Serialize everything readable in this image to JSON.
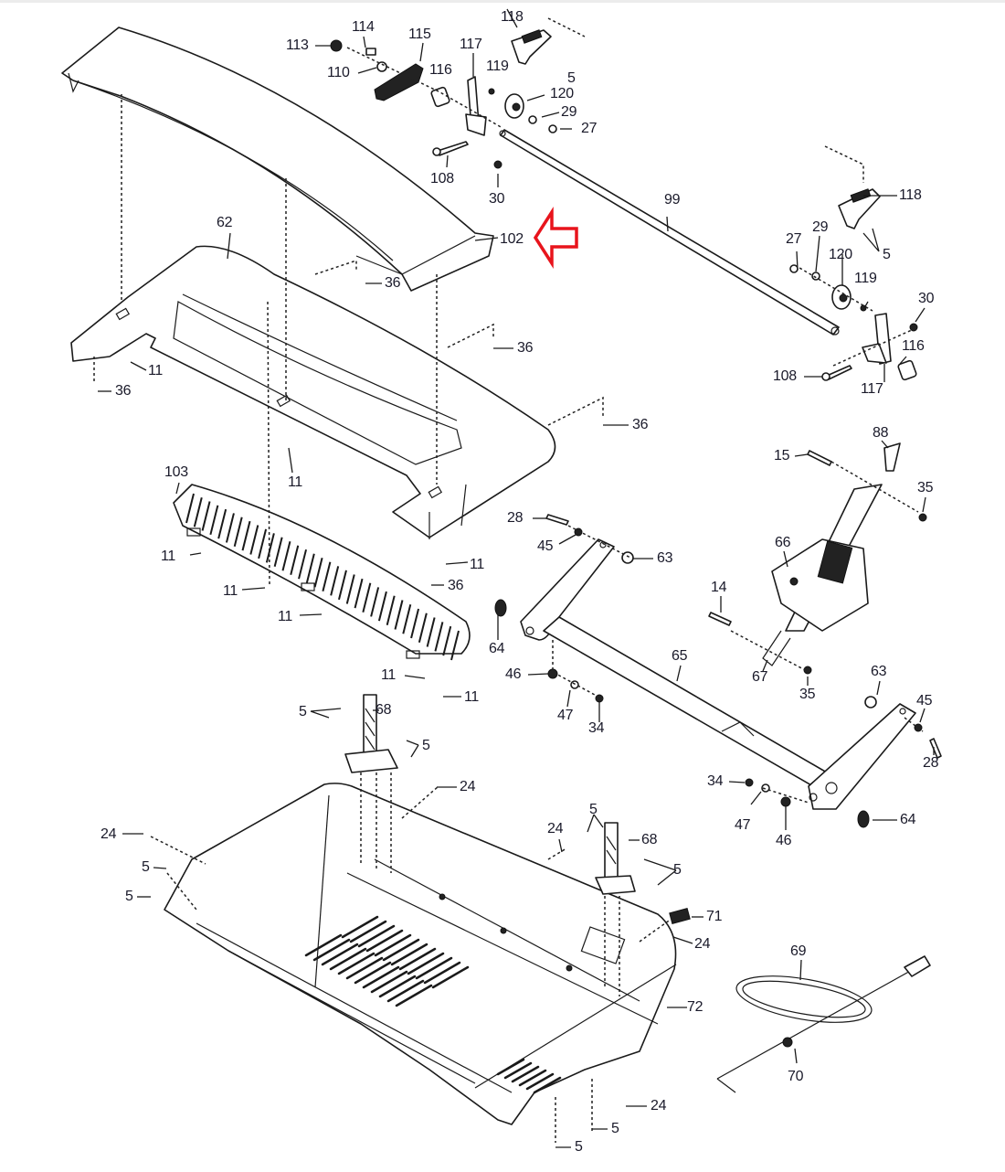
{
  "diagram": {
    "type": "exploded-parts-diagram",
    "subject": "treadmill base and hood assembly",
    "highlight": {
      "part": "102",
      "marker": "red-arrow",
      "color": "#e8141c"
    },
    "label_color": "#1a1a2a",
    "line_color": "#1a1a1a"
  },
  "parts": {
    "hood": "102",
    "hood_base": "62",
    "grill": "103",
    "axle": "99",
    "frame_link": "65",
    "motor": "66",
    "base_cover": "72",
    "power_cord": "69",
    "cord_clip": "70",
    "switch": "71",
    "uprights": "68",
    "bracket": "88",
    "fork": "67"
  },
  "labels": [
    {
      "id": "l113",
      "text": "113"
    },
    {
      "id": "l114",
      "text": "114"
    },
    {
      "id": "l110",
      "text": "110"
    },
    {
      "id": "l115",
      "text": "115"
    },
    {
      "id": "l116a",
      "text": "116"
    },
    {
      "id": "l117a",
      "text": "117"
    },
    {
      "id": "l119a",
      "text": "119"
    },
    {
      "id": "l118a",
      "text": "118"
    },
    {
      "id": "l5a",
      "text": "5"
    },
    {
      "id": "l120a",
      "text": "120"
    },
    {
      "id": "l29a",
      "text": "29"
    },
    {
      "id": "l27a",
      "text": "27"
    },
    {
      "id": "l108a",
      "text": "108"
    },
    {
      "id": "l30a",
      "text": "30"
    },
    {
      "id": "l99",
      "text": "99"
    },
    {
      "id": "l102",
      "text": "102"
    },
    {
      "id": "l62",
      "text": "62"
    },
    {
      "id": "l36a",
      "text": "36"
    },
    {
      "id": "l36b",
      "text": "36"
    },
    {
      "id": "l36c",
      "text": "36"
    },
    {
      "id": "l36d",
      "text": "36"
    },
    {
      "id": "l36e",
      "text": "36"
    },
    {
      "id": "l11a",
      "text": "11"
    },
    {
      "id": "l11b",
      "text": "11"
    },
    {
      "id": "l11c",
      "text": "11"
    },
    {
      "id": "l11d",
      "text": "11"
    },
    {
      "id": "l11e",
      "text": "11"
    },
    {
      "id": "l11f",
      "text": "11"
    },
    {
      "id": "l11g",
      "text": "11"
    },
    {
      "id": "l11h",
      "text": "11"
    },
    {
      "id": "l103",
      "text": "103"
    },
    {
      "id": "l118b",
      "text": "118"
    },
    {
      "id": "l27b",
      "text": "27"
    },
    {
      "id": "l29b",
      "text": "29"
    },
    {
      "id": "l120b",
      "text": "120"
    },
    {
      "id": "l5b",
      "text": "5"
    },
    {
      "id": "l119b",
      "text": "119"
    },
    {
      "id": "l30b",
      "text": "30"
    },
    {
      "id": "l116b",
      "text": "116"
    },
    {
      "id": "l108b",
      "text": "108"
    },
    {
      "id": "l117b",
      "text": "117"
    },
    {
      "id": "l88",
      "text": "88"
    },
    {
      "id": "l15",
      "text": "15"
    },
    {
      "id": "l35a",
      "text": "35"
    },
    {
      "id": "l28a",
      "text": "28"
    },
    {
      "id": "l45a",
      "text": "45"
    },
    {
      "id": "l63a",
      "text": "63"
    },
    {
      "id": "l66",
      "text": "66"
    },
    {
      "id": "l14",
      "text": "14"
    },
    {
      "id": "l64a",
      "text": "64"
    },
    {
      "id": "l65",
      "text": "65"
    },
    {
      "id": "l67",
      "text": "67"
    },
    {
      "id": "l35b",
      "text": "35"
    },
    {
      "id": "l46a",
      "text": "46"
    },
    {
      "id": "l47a",
      "text": "47"
    },
    {
      "id": "l34a",
      "text": "34"
    },
    {
      "id": "l63b",
      "text": "63"
    },
    {
      "id": "l45b",
      "text": "45"
    },
    {
      "id": "l28b",
      "text": "28"
    },
    {
      "id": "l34b",
      "text": "34"
    },
    {
      "id": "l47b",
      "text": "47"
    },
    {
      "id": "l46b",
      "text": "46"
    },
    {
      "id": "l64b",
      "text": "64"
    },
    {
      "id": "l5c",
      "text": "5"
    },
    {
      "id": "l68a",
      "text": "68"
    },
    {
      "id": "l5d",
      "text": "5"
    },
    {
      "id": "l24a",
      "text": "24"
    },
    {
      "id": "l24b",
      "text": "24"
    },
    {
      "id": "l5e",
      "text": "5"
    },
    {
      "id": "l5f",
      "text": "5"
    },
    {
      "id": "l24c",
      "text": "24"
    },
    {
      "id": "l5g",
      "text": "5"
    },
    {
      "id": "l68b",
      "text": "68"
    },
    {
      "id": "l5h",
      "text": "5"
    },
    {
      "id": "l71",
      "text": "71"
    },
    {
      "id": "l24d",
      "text": "24"
    },
    {
      "id": "l69",
      "text": "69"
    },
    {
      "id": "l72",
      "text": "72"
    },
    {
      "id": "l70",
      "text": "70"
    },
    {
      "id": "l24e",
      "text": "24"
    },
    {
      "id": "l5i",
      "text": "5"
    },
    {
      "id": "l5j",
      "text": "5"
    }
  ]
}
